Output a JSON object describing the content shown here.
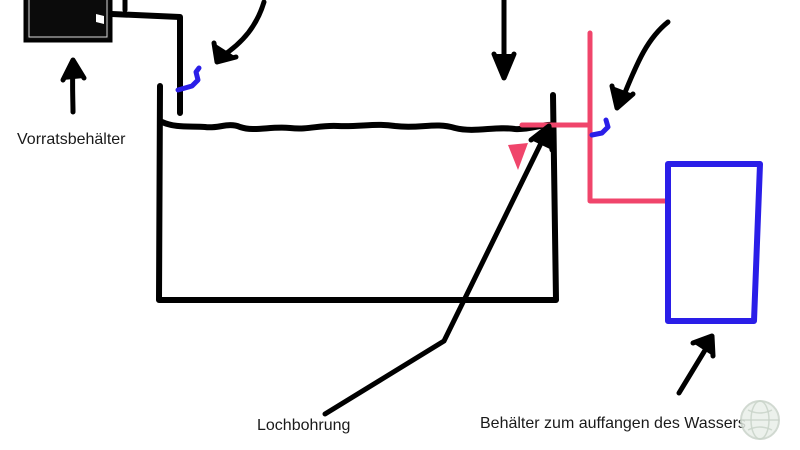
{
  "labels": {
    "supply_container": "Vorratsbehälter",
    "hole": "Lochbohrung",
    "catch_container": "Behälter zum auffangen des Wassers"
  },
  "colors": {
    "ink": "#000000",
    "blue": "#2a1ee8",
    "red": "#f0456b",
    "label_text": "#1a1a1a"
  },
  "icons": {
    "watermark": "globe-logo-icon"
  }
}
